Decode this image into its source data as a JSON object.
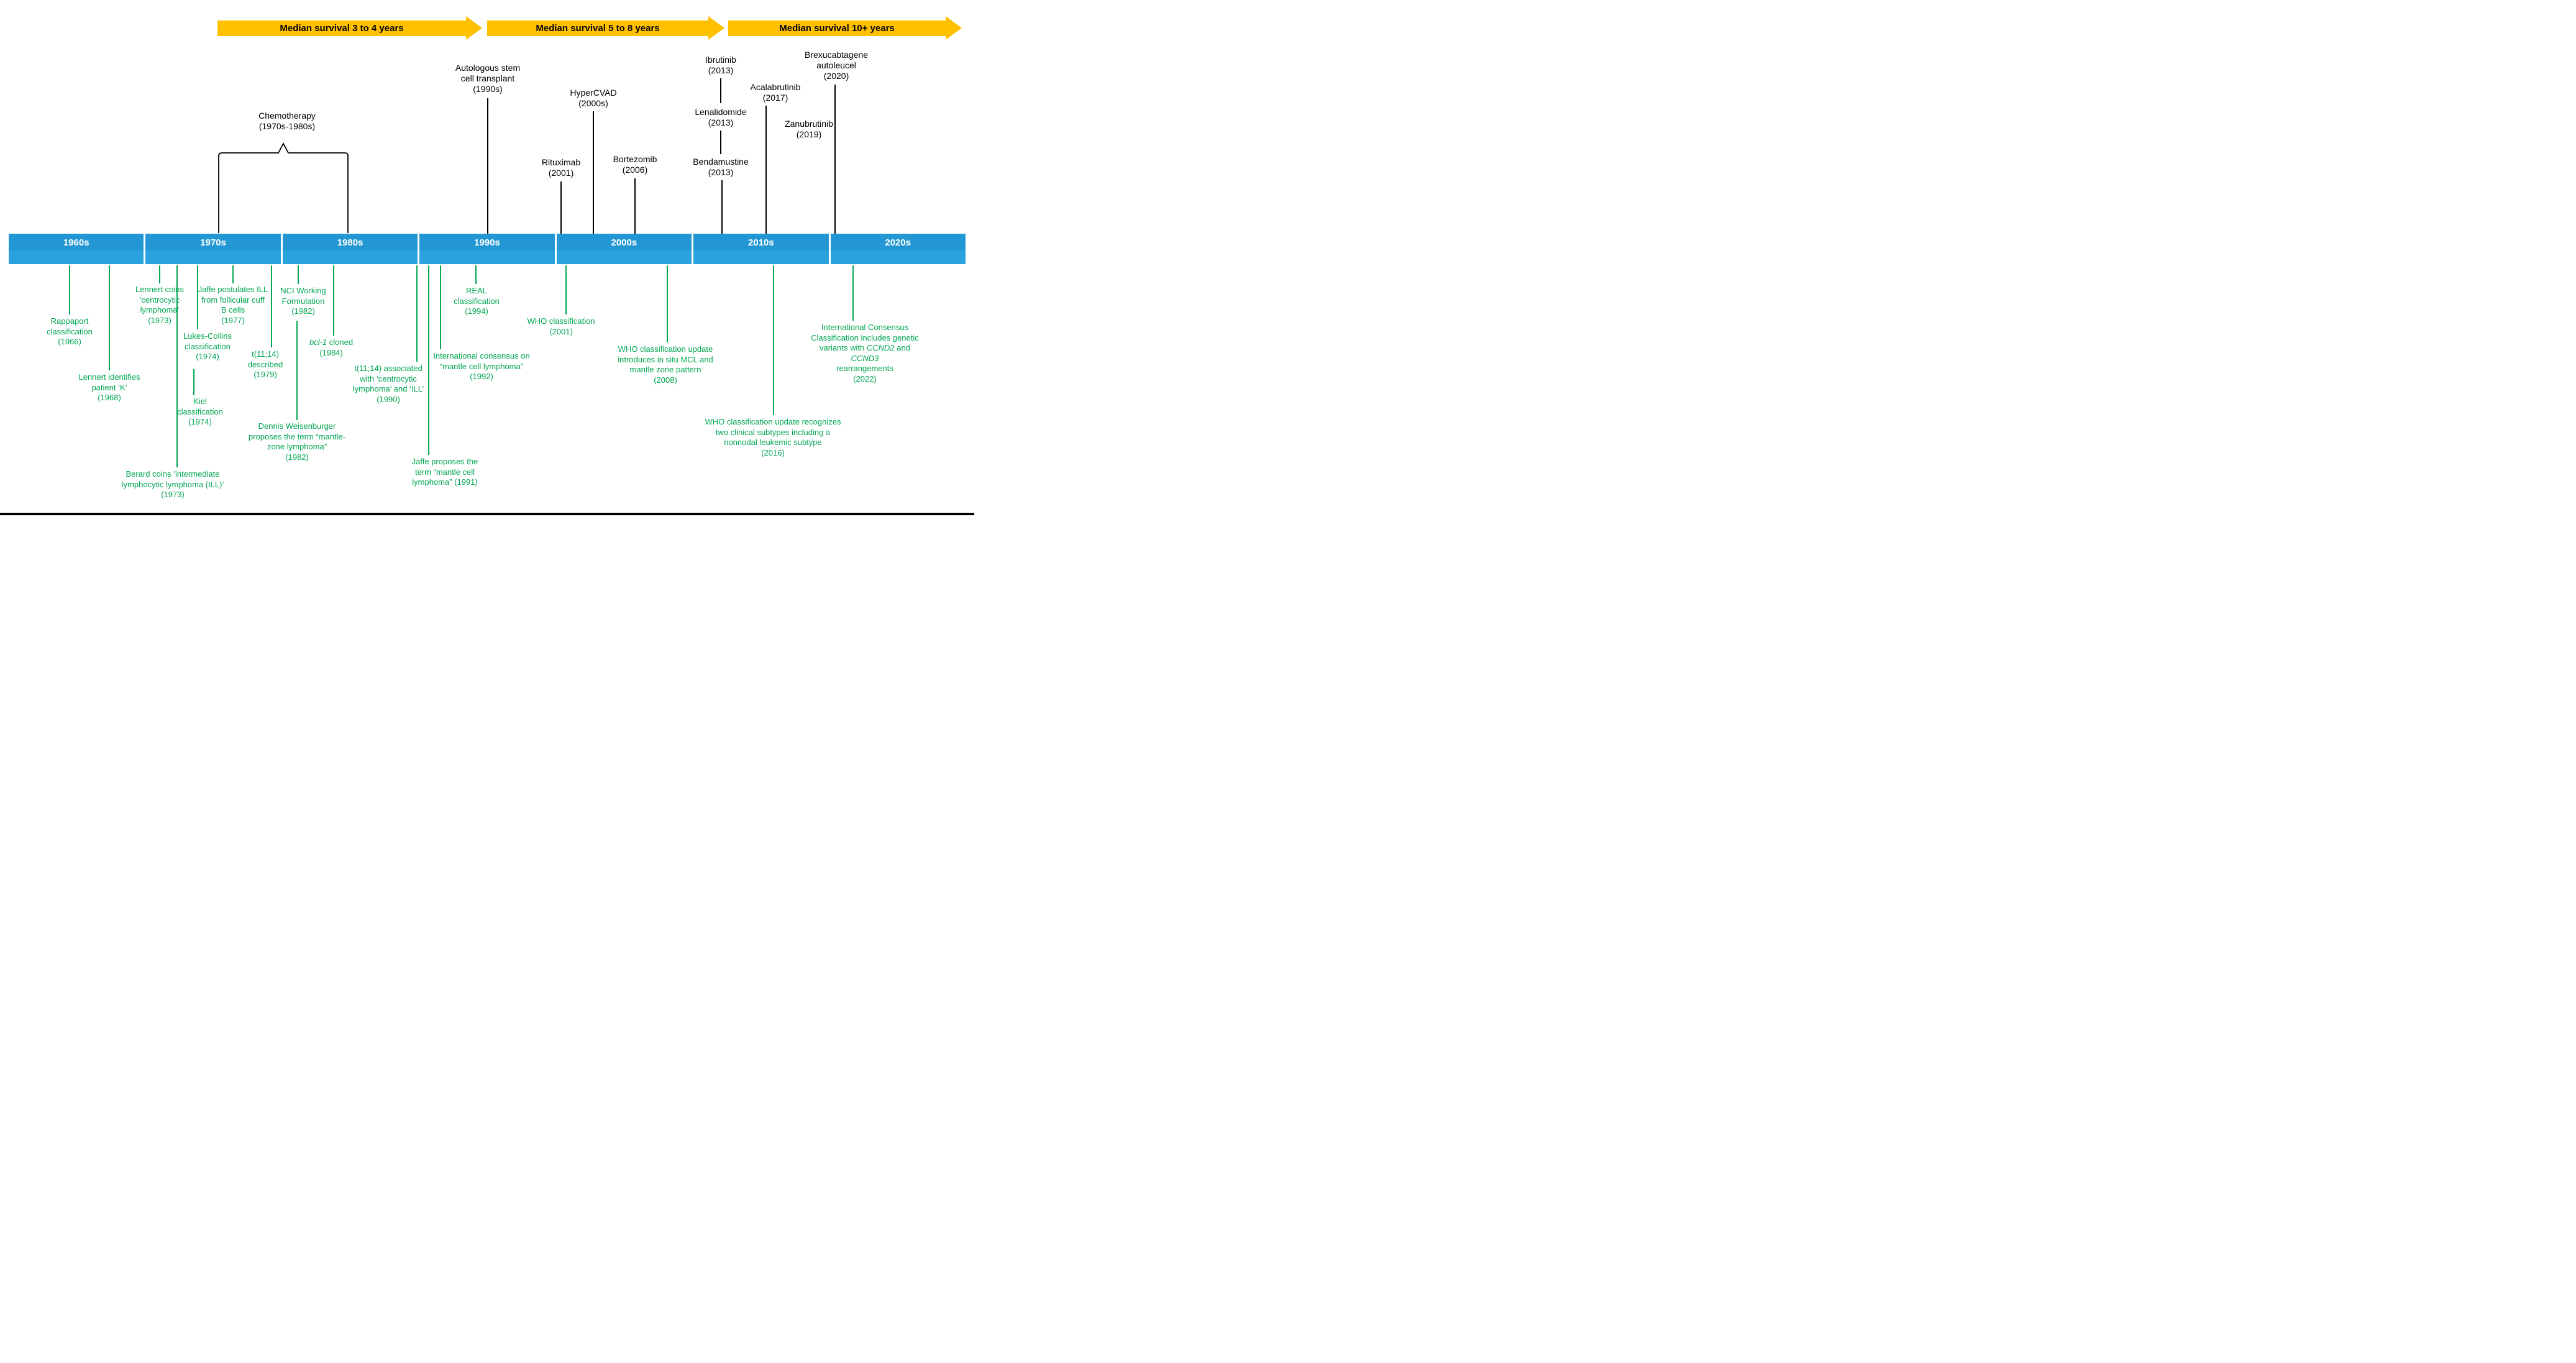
{
  "arrows": [
    {
      "label": "Median survival 3 to 4 years"
    },
    {
      "label": "Median survival 5 to 8 years"
    },
    {
      "label": "Median survival 10+ years"
    }
  ],
  "decades": [
    "1960s",
    "1970s",
    "1980s",
    "1990s",
    "2000s",
    "2010s",
    "2020s"
  ],
  "treatments": [
    {
      "id": "chemotherapy",
      "label": "Chemotherapy\n(1970s-1980s)"
    },
    {
      "id": "autologous-sct",
      "label": "Autologous stem\ncell transplant\n(1990s)"
    },
    {
      "id": "rituximab",
      "label": "Rituximab\n(2001)"
    },
    {
      "id": "hypercvad",
      "label": "HyperCVAD\n(2000s)"
    },
    {
      "id": "bortezomib",
      "label": "Bortezomib\n(2006)"
    },
    {
      "id": "ibrutinib",
      "label": "Ibrutinib\n(2013)"
    },
    {
      "id": "lenalidomide",
      "label": "Lenalidomide\n(2013)"
    },
    {
      "id": "bendamustine",
      "label": "Bendamustine\n(2013)"
    },
    {
      "id": "acalabrutinib",
      "label": "Acalabrutinib\n(2017)"
    },
    {
      "id": "zanubrutinib",
      "label": "Zanubrutinib\n(2019)"
    },
    {
      "id": "brexucabtagene",
      "label": "Brexucabtagene\nautoleucel\n(2020)"
    }
  ],
  "milestones": [
    {
      "id": "rappaport",
      "label": "Rappaport\nclassification\n(1966)"
    },
    {
      "id": "lennert-patient-k",
      "label": "Lennert identifies\npatient ’K’\n(1968)"
    },
    {
      "id": "lennert-centrocytic",
      "label": "Lennert coins\n’centrocytic\nlymphoma’\n(1973)"
    },
    {
      "id": "berard-ill",
      "label": "Berard coins ’intermediate\nlymphocytic lymphoma (ILL)’\n(1973)"
    },
    {
      "id": "lukes-collins",
      "label": "Lukes-Collins\nclassification\n(1974)"
    },
    {
      "id": "kiel",
      "label": "Kiel\nclassification\n(1974)"
    },
    {
      "id": "jaffe-postulates-ill",
      "label": "Jaffe postulates ILL\nfrom follicular cuff\nB cells\n(1977)"
    },
    {
      "id": "t1114-described",
      "label": "t(11;14)\ndescribed\n(1979)"
    },
    {
      "id": "nci-working-formulation",
      "label": "NCI Working\nFormulation\n(1982)"
    },
    {
      "id": "weisenburger",
      "label": "Dennis Weisenburger\nproposes the term “mantle-\nzone lymphoma”\n(1982)"
    },
    {
      "id": "bcl1-cloned",
      "label_html": "<i>bcl-1</i> cloned\n(1984)"
    },
    {
      "id": "t1114-associated",
      "label": "t(11;14) associated\nwith ‘centrocytic\nlymphoma’ and ‘ILL’\n(1990)"
    },
    {
      "id": "jaffe-mcl-term",
      "label": "Jaffe proposes the\nterm “mantle cell\nlymphoma” (1991)"
    },
    {
      "id": "intl-consensus",
      "label": "International consensus on\n“mantle cell lymphoma”\n(1992)"
    },
    {
      "id": "real-classification",
      "label": "REAL\nclassification\n(1994)"
    },
    {
      "id": "who-2001",
      "label": "WHO classification\n(2001)"
    },
    {
      "id": "who-2008",
      "label": "WHO classification update\nintroduces in situ MCL and\nmantle zone pattern\n(2008)"
    },
    {
      "id": "who-2016",
      "label": "WHO classification update recognizes\ntwo clinical subtypes including a\nnonnodal leukemic subtype\n(2016)"
    },
    {
      "id": "icc-2022",
      "label_html": "International Consensus\nClassification includes genetic\nvariants with <i>CCND2</i> and <i>CCND3</i>\nrearrangements\n(2022)"
    }
  ],
  "colors": {
    "arrow": "#FFC000",
    "bar_top": "#2397D3",
    "bar_bottom": "#2AA2DE",
    "milestone_green": "#00A651",
    "line_black": "#000000"
  }
}
